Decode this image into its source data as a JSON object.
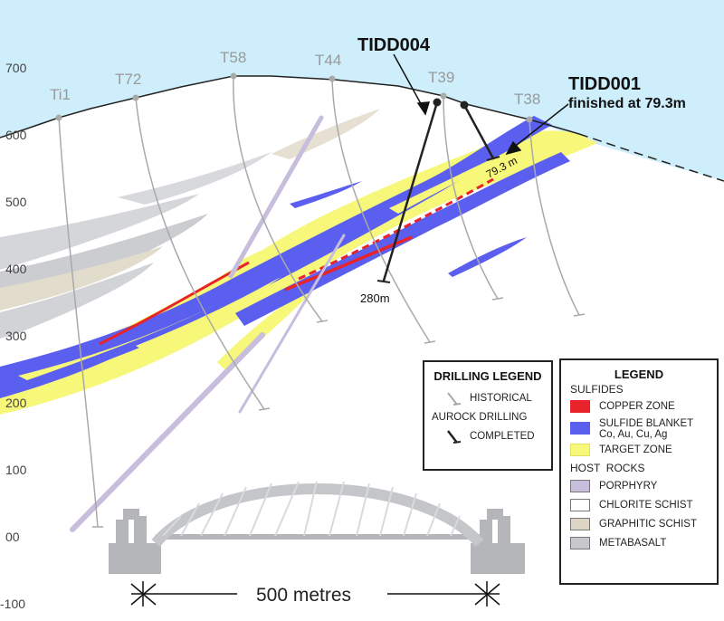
{
  "y_axis_labels": [
    "700",
    "600",
    "500",
    "400",
    "300",
    "200",
    "100",
    "00",
    "-100"
  ],
  "hole_labels": {
    "ti1": "Ti1",
    "t72": "T72",
    "t58": "T58",
    "t44": "T44",
    "t39": "T39",
    "t38": "T38"
  },
  "callouts": {
    "tidd004": "TIDD004",
    "tidd001": "TIDD001",
    "tidd001_note": "finished at 79.3m",
    "depth_280": "280m",
    "depth_793": "79.3 m"
  },
  "scale_bar": {
    "label": "500 metres"
  },
  "drilling_legend": {
    "title": "DRILLING LEGEND",
    "historical": "HISTORICAL",
    "aurock": "AUROCK DRILLING",
    "completed": "COMPLETED"
  },
  "legend": {
    "title": "LEGEND",
    "sulfides_header": "SULFIDES",
    "copper": "COPPER ZONE",
    "sulfide_blanket": "SULFIDE BLANKET",
    "sulfide_blanket_sub": "Co, Au, Cu, Ag",
    "target": "TARGET ZONE",
    "host_header": "HOST  ROCKS",
    "porphyry": "PORPHYRY",
    "chlorite": "CHLORITE SCHIST",
    "graphitic": "GRAPHITIC SCHIST",
    "metabasalt": "METABASALT"
  },
  "colors": {
    "sky": "#cdeefa",
    "copper": "#e8232a",
    "sulfide": "#5a5ff0",
    "target": "#f7f77a",
    "porphyry": "#c7bddc",
    "chlorite": "#ffffff",
    "graphitic": "#ddd5c3",
    "metabasalt": "#c6c8cc",
    "historical_hole": "#a9a9a9",
    "aurock_hole": "#222222"
  }
}
